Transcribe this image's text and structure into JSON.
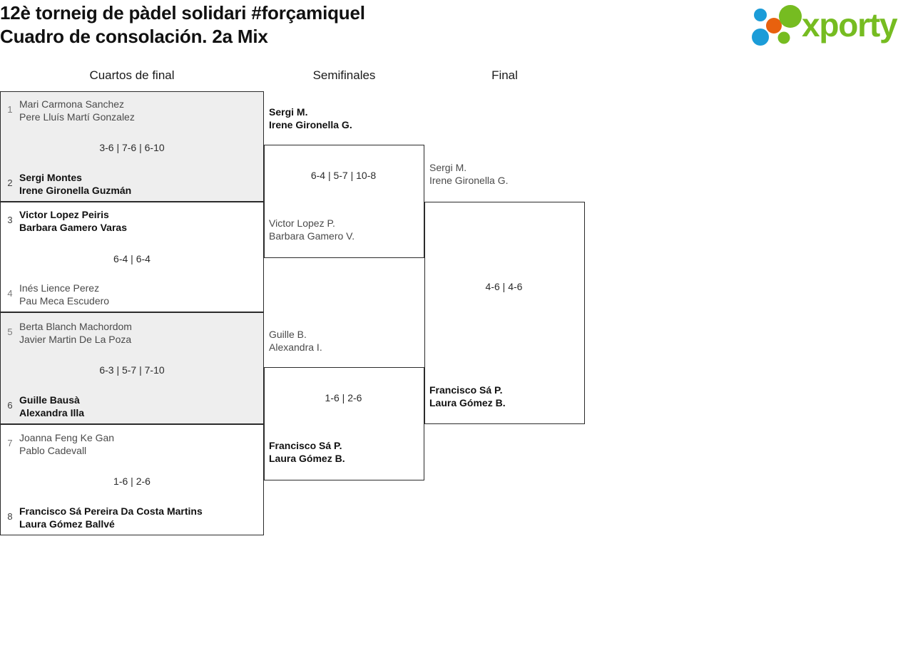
{
  "header": {
    "title_line1": "12è torneig de pàdel solidari #forçamiquel",
    "title_line2": "Cuadro de consolación. 2a Mix",
    "logo_text": "xporty",
    "logo_colors": {
      "green": "#76bc21",
      "blue": "#1b9cd8",
      "orange": "#e8610e"
    }
  },
  "rounds": [
    {
      "id": "quarterfinals",
      "label": "Cuartos de final"
    },
    {
      "id": "semifinals",
      "label": "Semifinales"
    },
    {
      "id": "final",
      "label": "Final"
    }
  ],
  "quarterfinals": [
    {
      "score": "3-6 | 7-6 | 6-10",
      "top": {
        "seed": "1",
        "player1": "Mari Carmona Sanchez",
        "player2": "Pere Lluís Martí Gonzalez",
        "winner": false
      },
      "bottom": {
        "seed": "2",
        "player1": "Sergi Montes",
        "player2": "Irene Gironella Guzmán",
        "winner": true
      }
    },
    {
      "score": "6-4 | 6-4",
      "top": {
        "seed": "3",
        "player1": "Victor Lopez Peiris",
        "player2": "Barbara Gamero Varas",
        "winner": true
      },
      "bottom": {
        "seed": "4",
        "player1": "Inés Lience Perez",
        "player2": "Pau Meca Escudero",
        "winner": false
      }
    },
    {
      "score": "6-3 | 5-7 | 7-10",
      "top": {
        "seed": "5",
        "player1": "Berta Blanch Machordom",
        "player2": "Javier Martin De La Poza",
        "winner": false
      },
      "bottom": {
        "seed": "6",
        "player1": "Guille Bausà",
        "player2": "Alexandra Illa",
        "winner": true
      }
    },
    {
      "score": "1-6 | 2-6",
      "top": {
        "seed": "7",
        "player1": "Joanna Feng Ke Gan",
        "player2": "Pablo Cadevall",
        "winner": false
      },
      "bottom": {
        "seed": "8",
        "player1": "Francisco Sá Pereira Da Costa Martins",
        "player2": "Laura Gómez Ballvé",
        "winner": true
      }
    }
  ],
  "semifinals": [
    {
      "score": "6-4 | 5-7 | 10-8",
      "top": {
        "player1": "Sergi M.",
        "player2": "Irene Gironella G.",
        "winner": true
      },
      "bottom": {
        "player1": "Victor Lopez P.",
        "player2": "Barbara Gamero V.",
        "winner": false
      }
    },
    {
      "score": "1-6 | 2-6",
      "top": {
        "player1": "Guille B.",
        "player2": "Alexandra I.",
        "winner": false
      },
      "bottom": {
        "player1": "Francisco Sá P.",
        "player2": "Laura Gómez B.",
        "winner": true
      }
    }
  ],
  "final": [
    {
      "score": "4-6 | 4-6",
      "top": {
        "player1": "Sergi M.",
        "player2": "Irene Gironella G.",
        "winner": false
      },
      "bottom": {
        "player1": "Francisco Sá P.",
        "player2": "Laura Gómez B.",
        "winner": true
      }
    }
  ]
}
